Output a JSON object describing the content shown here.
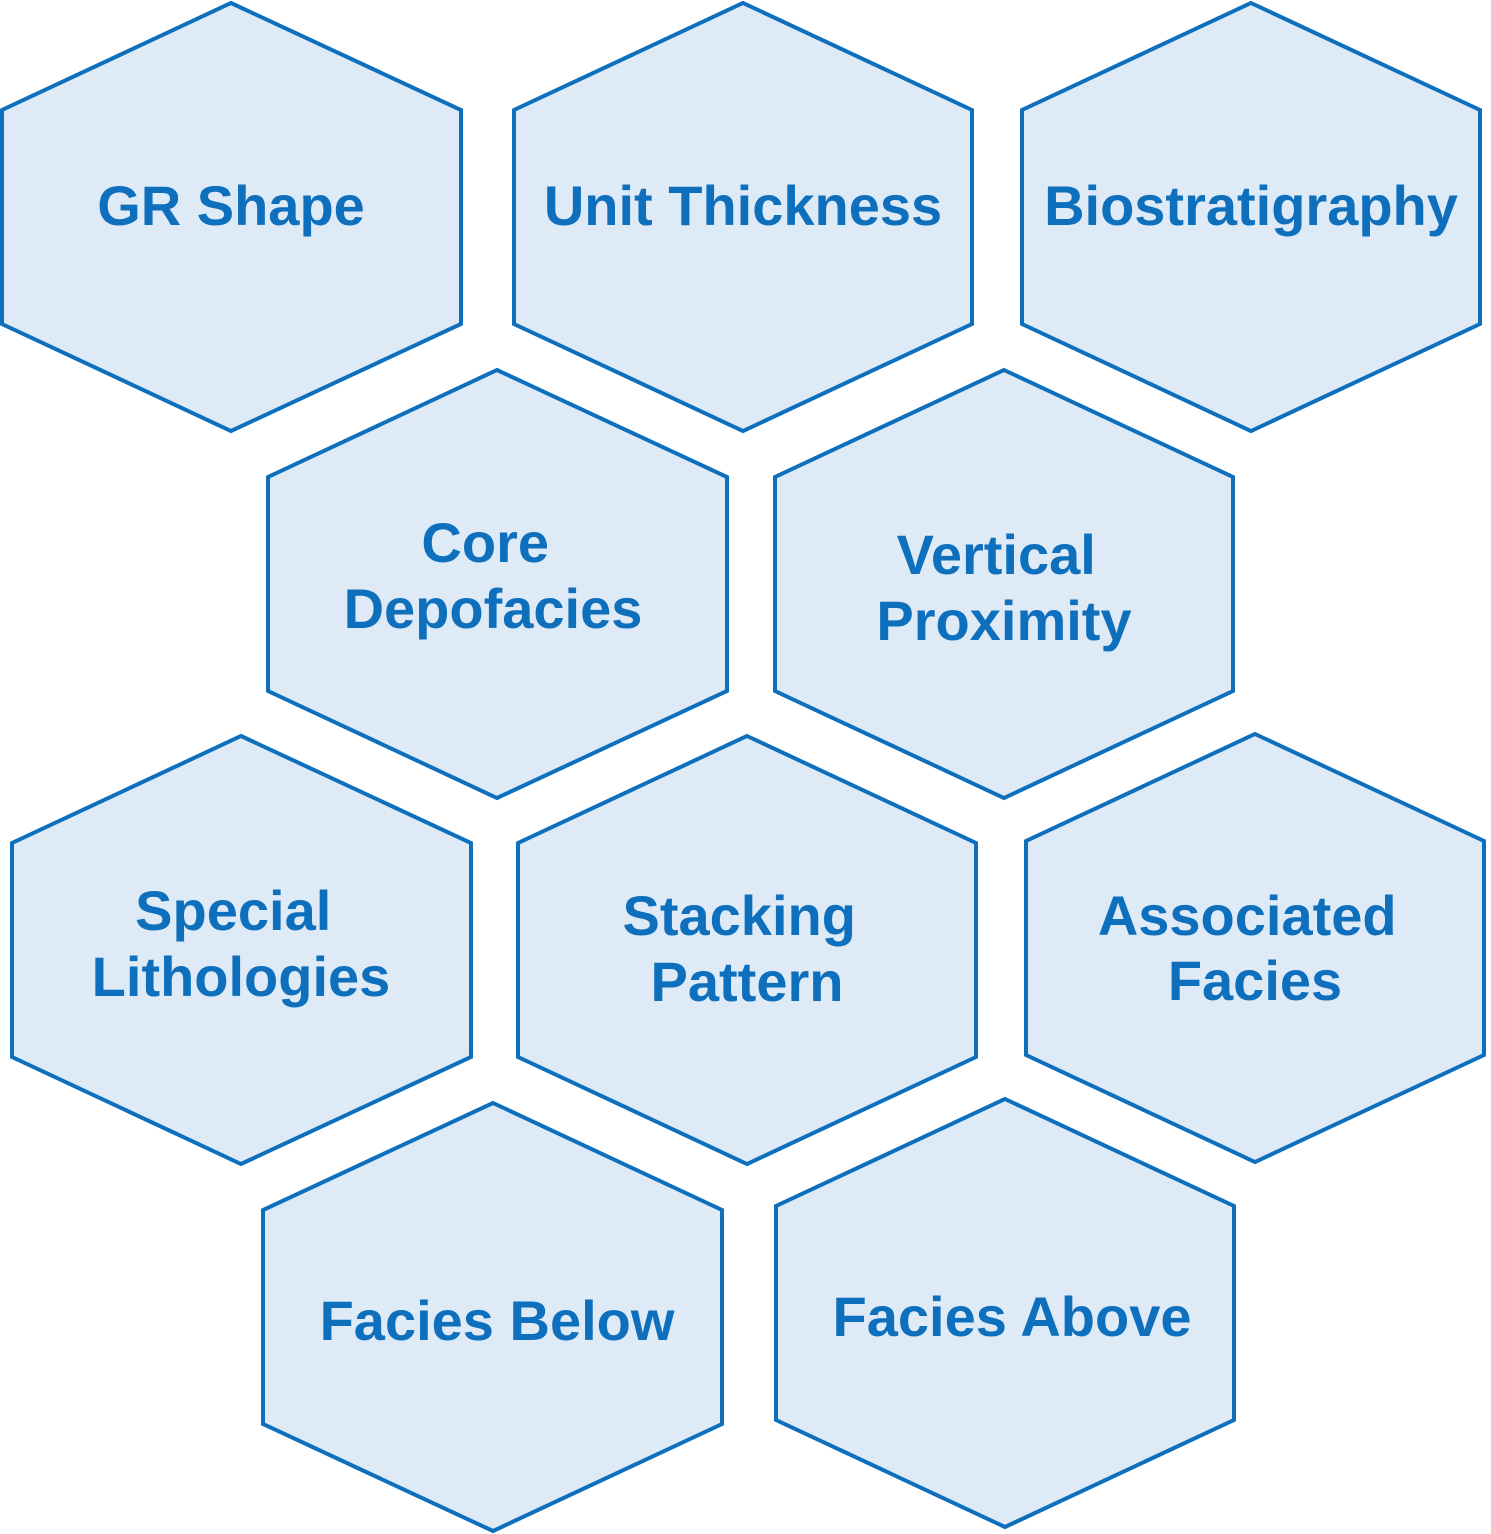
{
  "colors": {
    "fill": "#deeaf6",
    "stroke": "#0e6fbd",
    "text": "#0e6fbd"
  },
  "hexagons": [
    {
      "id": "gr-shape",
      "lines": [
        "GR Shape"
      ]
    },
    {
      "id": "unit-thickness",
      "lines": [
        "Unit Thickness"
      ]
    },
    {
      "id": "biostratigraphy",
      "lines": [
        "Biostratigraphy"
      ]
    },
    {
      "id": "core-depofacies",
      "lines": [
        "Core",
        "Depofacies"
      ]
    },
    {
      "id": "vertical-proximity",
      "lines": [
        "Vertical",
        "Proximity"
      ]
    },
    {
      "id": "special-lithologies",
      "lines": [
        "Special",
        "Lithologies"
      ]
    },
    {
      "id": "stacking-pattern",
      "lines": [
        "Stacking",
        "Pattern"
      ]
    },
    {
      "id": "associated-facies",
      "lines": [
        "Associated",
        "Facies"
      ]
    },
    {
      "id": "facies-below",
      "lines": [
        "Facies Below"
      ]
    },
    {
      "id": "facies-above",
      "lines": [
        "Facies Above"
      ]
    }
  ]
}
